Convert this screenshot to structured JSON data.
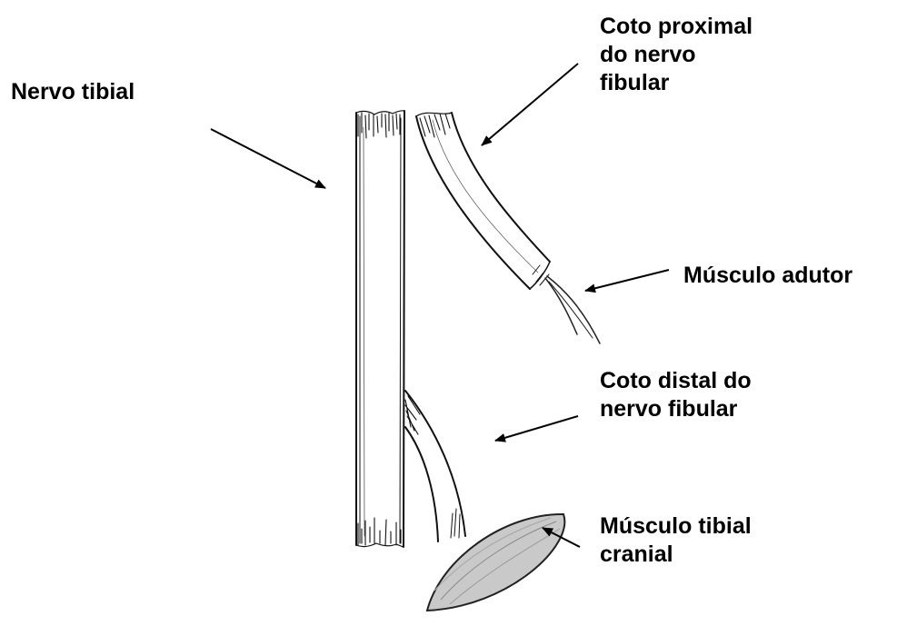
{
  "labels": {
    "tibial_nerve": [
      "Nervo tibial"
    ],
    "proximal_stump": [
      "Coto proximal",
      "do nervo",
      "fibular"
    ],
    "adductor_muscle": [
      "Músculo adutor"
    ],
    "distal_stump": [
      "Coto distal do",
      "nervo fibular"
    ],
    "cranial_tibial_muscle": [
      "Músculo tibial",
      "cranial"
    ]
  },
  "colors": {
    "ink": "#000000",
    "muscle_fill": "#c9c9c9",
    "background": "#ffffff"
  }
}
